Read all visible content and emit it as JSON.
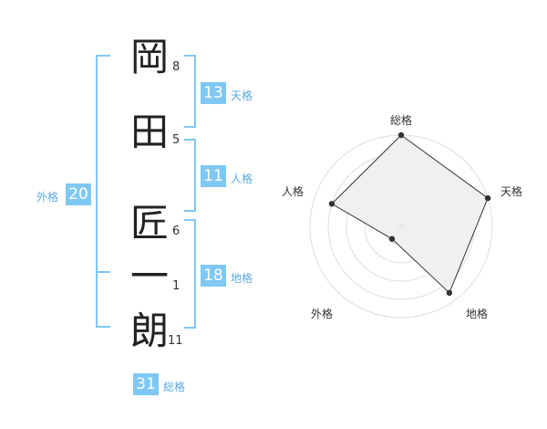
{
  "characters": [
    {
      "char": "岡",
      "strokes": "8"
    },
    {
      "char": "田",
      "strokes": "5"
    },
    {
      "char": "匠",
      "strokes": "6"
    },
    {
      "char": "一",
      "strokes": "1"
    },
    {
      "char": "朗",
      "strokes": "11"
    }
  ],
  "scores": {
    "tenkaku": {
      "value": "13",
      "label": "天格"
    },
    "jinkaku": {
      "value": "11",
      "label": "人格"
    },
    "chikaku": {
      "value": "18",
      "label": "地格"
    },
    "gaikaku": {
      "value": "20",
      "label": "外格"
    },
    "soukaku": {
      "value": "31",
      "label": "総格"
    }
  },
  "radar": {
    "labels": {
      "soukaku": "総格",
      "tenkaku": "天格",
      "chikaku": "地格",
      "gaikaku": "外格",
      "jinkaku": "人格"
    },
    "levels": {
      "soukaku": 1.0,
      "tenkaku": 1.0,
      "chikaku": 0.9,
      "gaikaku": 0.17,
      "jinkaku": 0.8
    },
    "colors": {
      "fill": "#eeeeee",
      "stroke": "#333333",
      "grid": "#dddddd",
      "bracket": "#7fc8f3"
    }
  }
}
